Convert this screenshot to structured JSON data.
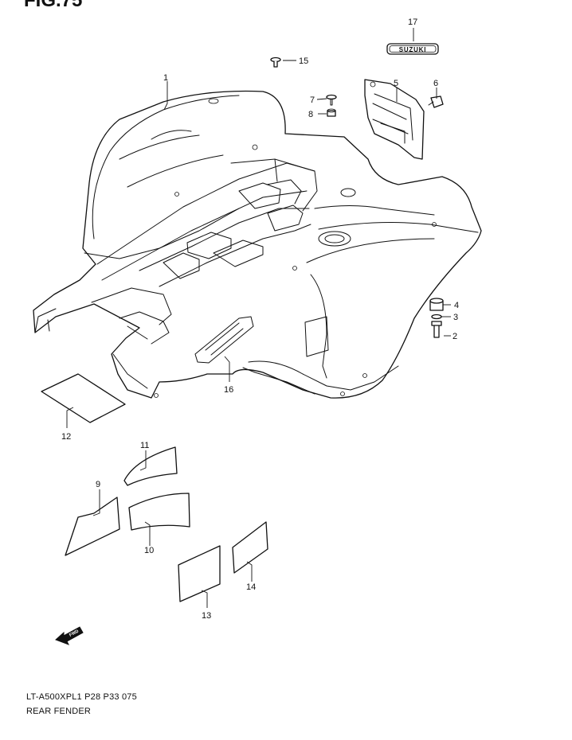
{
  "figure_title": "FIG.75",
  "callouts": {
    "c1": "1",
    "c2": "2",
    "c3": "3",
    "c4": "4",
    "c5": "5",
    "c6": "6",
    "c7": "7",
    "c8": "8",
    "c9": "9",
    "c10": "10",
    "c11": "11",
    "c12": "12",
    "c13": "13",
    "c14": "14",
    "c15": "15",
    "c16": "16",
    "c17": "17"
  },
  "emblem_text": "SUZUKI",
  "fwd_text": "FWD",
  "footer": {
    "model_code": "LT-A500XPL1  P28  P33  075",
    "caption": "REAR FENDER"
  }
}
